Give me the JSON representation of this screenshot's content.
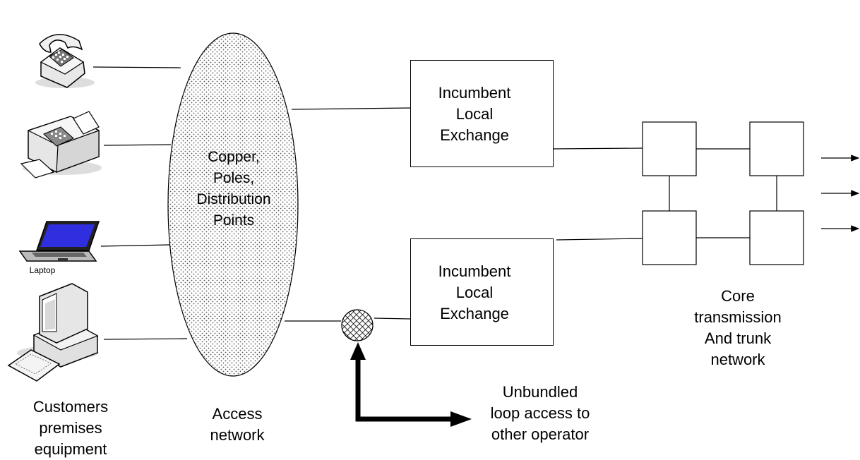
{
  "access_cloud": {
    "label": "Copper,\nPoles,\nDistribution\nPoints"
  },
  "exchanges": [
    {
      "label": "Incumbent\nLocal\nExchange"
    },
    {
      "label": "Incumbent\nLocal\nExchange"
    }
  ],
  "devices": {
    "laptop_caption": "Laptop",
    "names": [
      "telephone-icon",
      "fax-machine-icon",
      "laptop-icon",
      "desktop-computer-icon"
    ]
  },
  "captions": {
    "customers": "Customers\npremises\nequipment",
    "access": "Access\nnetwork",
    "core": "Core\ntransmission\nAnd trunk\nnetwork",
    "unbundled": "Unbundled\nloop access to\nother operator"
  }
}
